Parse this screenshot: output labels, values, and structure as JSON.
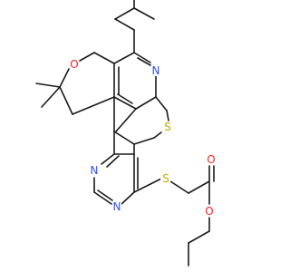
{
  "molecule": {
    "atom_labels": [
      {
        "id": "N-pyridine",
        "text": "N",
        "color": "#3050f8"
      },
      {
        "id": "O-pyran",
        "text": "O",
        "color": "#ff2020"
      },
      {
        "id": "S-thiophene",
        "text": "S",
        "color": "#c8a800"
      },
      {
        "id": "N-pyrimidine-1",
        "text": "N",
        "color": "#3050f8"
      },
      {
        "id": "N-pyrimidine-2",
        "text": "N",
        "color": "#3050f8"
      },
      {
        "id": "S-thioether",
        "text": "S",
        "color": "#c8a800"
      },
      {
        "id": "O-carbonyl",
        "text": "O",
        "color": "#ff2020"
      },
      {
        "id": "O-ester",
        "text": "O",
        "color": "#ff2020"
      }
    ]
  }
}
